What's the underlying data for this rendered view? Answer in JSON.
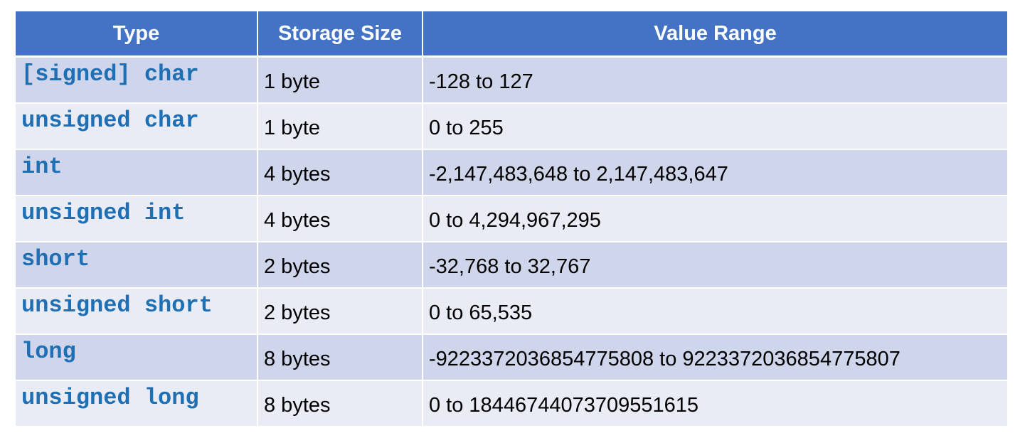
{
  "table": {
    "headers": {
      "type": "Type",
      "size": "Storage Size",
      "range": "Value Range"
    },
    "rows": [
      {
        "type": "[signed] char",
        "size": "1 byte",
        "range": "-128 to 127"
      },
      {
        "type": "unsigned char",
        "size": "1 byte",
        "range": "0 to 255"
      },
      {
        "type": "int",
        "size": "4 bytes",
        "range": "-2,147,483,648 to 2,147,483,647"
      },
      {
        "type": "unsigned int",
        "size": "4 bytes",
        "range": "0 to 4,294,967,295"
      },
      {
        "type": "short",
        "size": "2 bytes",
        "range": "-32,768 to 32,767"
      },
      {
        "type": "unsigned short",
        "size": "2 bytes",
        "range": "0 to 65,535"
      },
      {
        "type": "long",
        "size": "8 bytes",
        "range": "-9223372036854775808 to 9223372036854775807"
      },
      {
        "type": "unsigned long",
        "size": "8 bytes",
        "range": "0 to 18446744073709551615"
      }
    ]
  },
  "colors": {
    "header_bg": "#4472c4",
    "row_dark": "#cfd5ea",
    "row_light": "#e9ebf5",
    "type_text": "#1f6fb5"
  }
}
